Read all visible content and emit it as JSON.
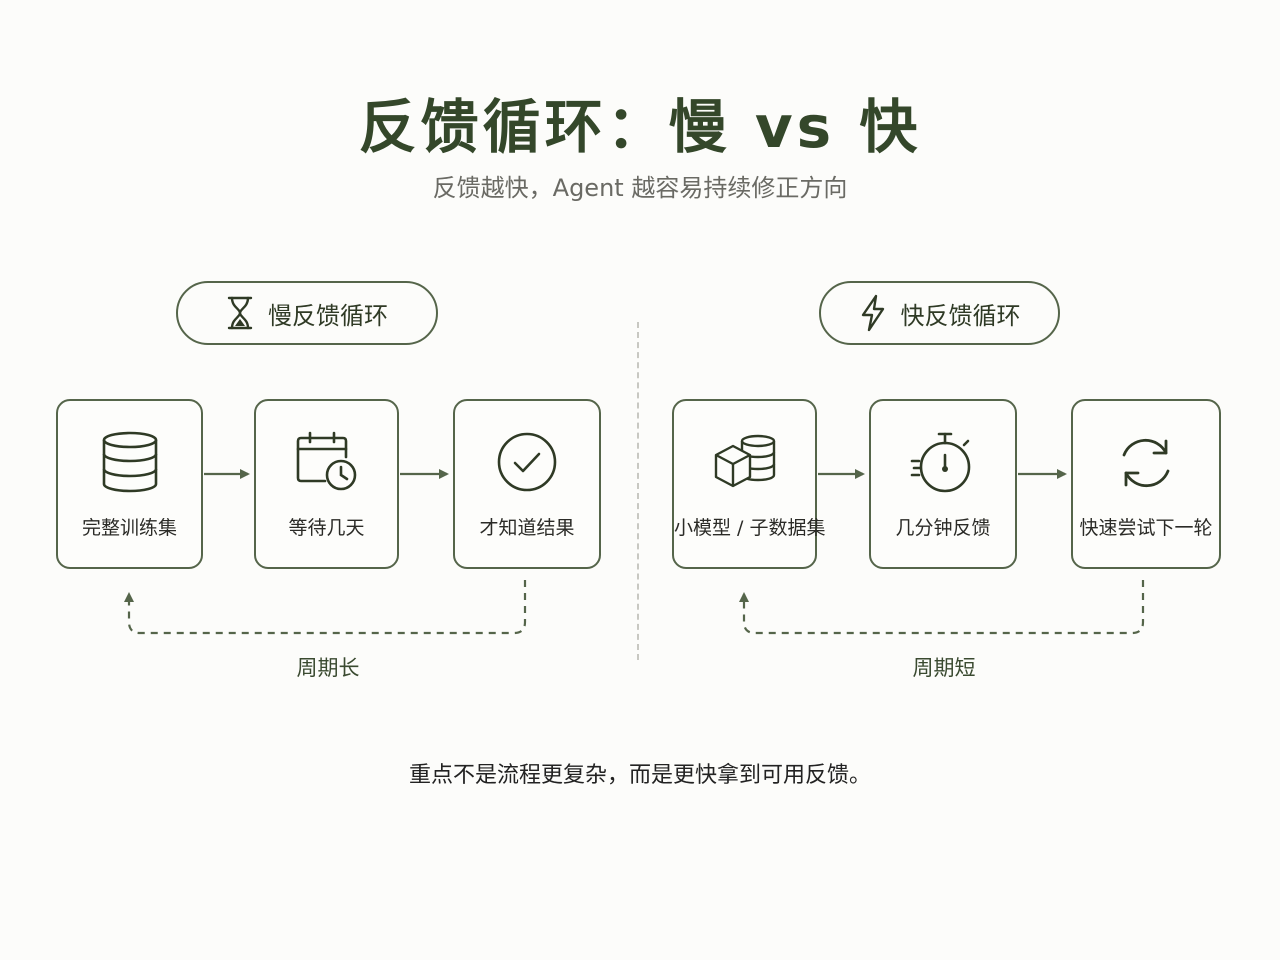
{
  "header": {
    "title": "反馈循环：慢 vs 快",
    "subtitle": "反馈越快，Agent 越容易持续修正方向"
  },
  "slow": {
    "pill_label": "慢反馈循环",
    "pill_icon": "hourglass-icon",
    "steps": [
      {
        "label": "完整训练集",
        "icon": "database-icon"
      },
      {
        "label": "等待几天",
        "icon": "calendar-clock-icon"
      },
      {
        "label": "才知道结果",
        "icon": "check-circle-icon"
      }
    ],
    "cycle_label": "周期长"
  },
  "fast": {
    "pill_label": "快反馈循环",
    "pill_icon": "lightning-icon",
    "steps": [
      {
        "label": "小模型 / 子数据集",
        "icon": "cube-database-icon"
      },
      {
        "label": "几分钟反馈",
        "icon": "stopwatch-icon"
      },
      {
        "label": "快速尝试下一轮",
        "icon": "refresh-icon"
      }
    ],
    "cycle_label": "周期短"
  },
  "footer": {
    "text": "重点不是流程更复杂，而是更快拿到可用反馈。"
  },
  "colors": {
    "accent": "#55654a",
    "title": "#34472a",
    "background": "#fcfcfa"
  }
}
